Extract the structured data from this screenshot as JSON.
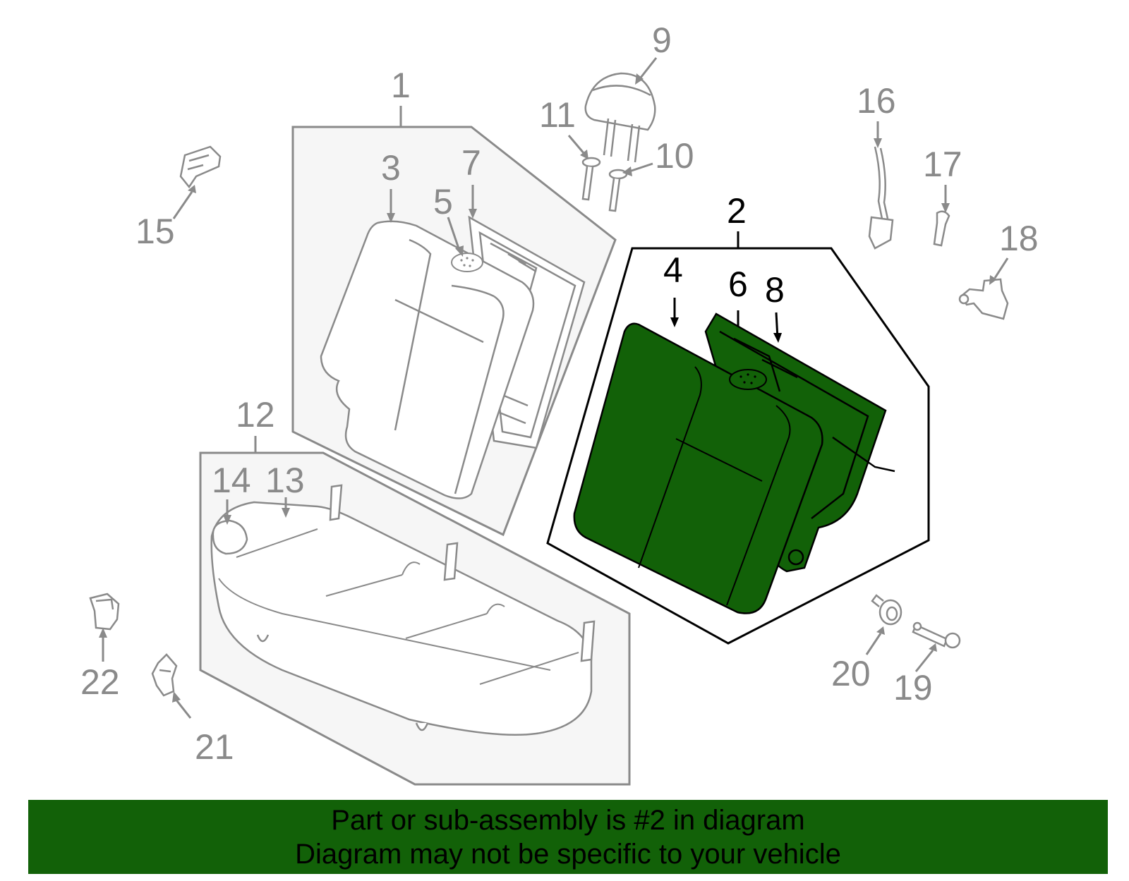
{
  "callouts": {
    "c1": "1",
    "c2": "2",
    "c3": "3",
    "c4": "4",
    "c5": "5",
    "c6": "6",
    "c7": "7",
    "c8": "8",
    "c9": "9",
    "c10": "10",
    "c11": "11",
    "c12": "12",
    "c13": "13",
    "c14": "14",
    "c15": "15",
    "c16": "16",
    "c17": "17",
    "c18": "18",
    "c19": "19",
    "c20": "20",
    "c21": "21",
    "c22": "22"
  },
  "highlighted_part": "2",
  "colors": {
    "highlight": "#126108",
    "inactive_line": "#8a8a8a",
    "inactive_fill": "#f6f6f6",
    "active_line": "#000000",
    "footer_bg": "#126108"
  },
  "footer": {
    "line1": "Part or sub-assembly is #2 in diagram",
    "line2": "Diagram may not be specific to your vehicle"
  }
}
